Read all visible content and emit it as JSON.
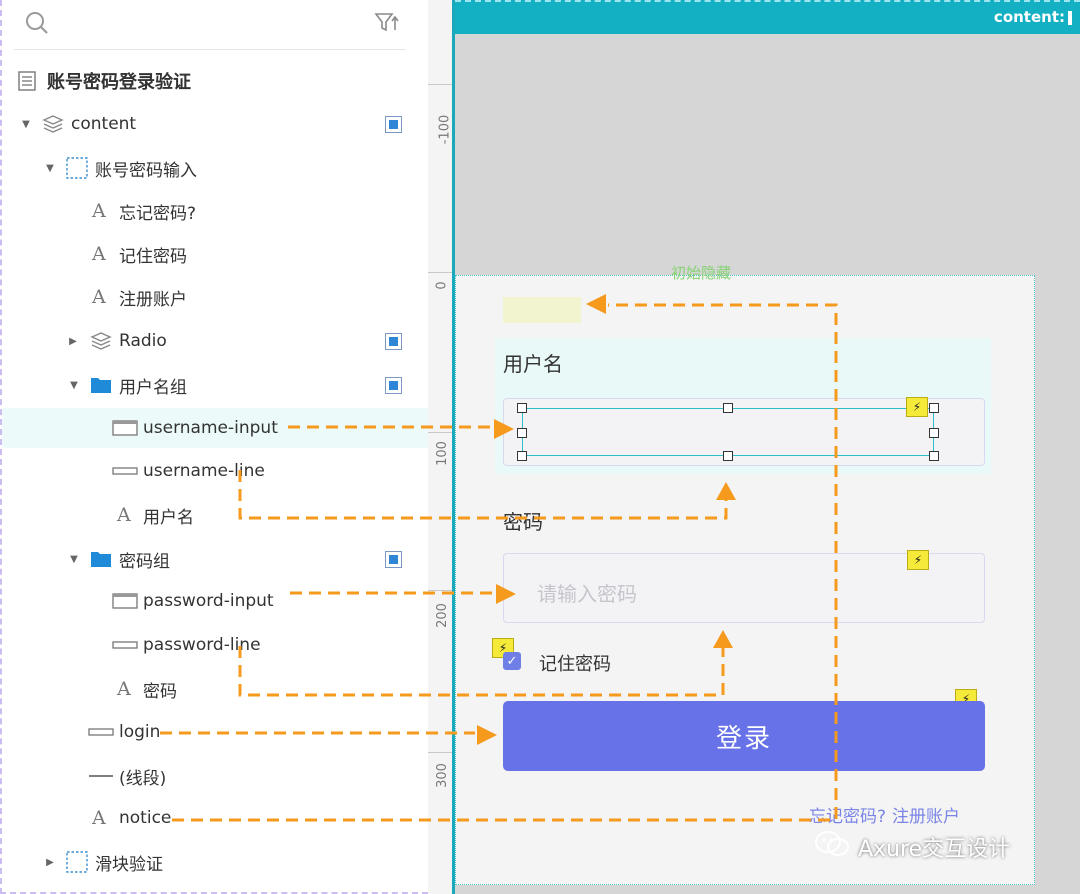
{
  "outline": {
    "page_title": "账号密码登录验证",
    "items": [
      {
        "label": "content"
      },
      {
        "label": "账号密码输入"
      },
      {
        "label": "忘记密码?"
      },
      {
        "label": "记住密码"
      },
      {
        "label": "注册账户"
      },
      {
        "label": "Radio"
      },
      {
        "label": "用户名组"
      },
      {
        "label": "username-input"
      },
      {
        "label": "username-line"
      },
      {
        "label": "用户名"
      },
      {
        "label": "密码组"
      },
      {
        "label": "password-input"
      },
      {
        "label": "password-line"
      },
      {
        "label": "密码"
      },
      {
        "label": "login"
      },
      {
        "label": "(线段)"
      },
      {
        "label": "notice"
      },
      {
        "label": "滑块验证"
      }
    ]
  },
  "ruler": {
    "labels": [
      "-100",
      "0",
      "100",
      "200",
      "300"
    ]
  },
  "canvas": {
    "content_tag": "content:",
    "hidden_note": "初始隐藏",
    "username_label": "用户名",
    "password_label": "密码",
    "password_placeholder": "请输入密码",
    "remember_label": "记住密码",
    "login_label": "登录",
    "forgot_link": "忘记密码?",
    "register_link": "注册账户",
    "watermark": "Axure交互设计"
  },
  "colors": {
    "accent": "#6771e8",
    "arrow": "#f59a1d",
    "teal": "#13afc2"
  }
}
